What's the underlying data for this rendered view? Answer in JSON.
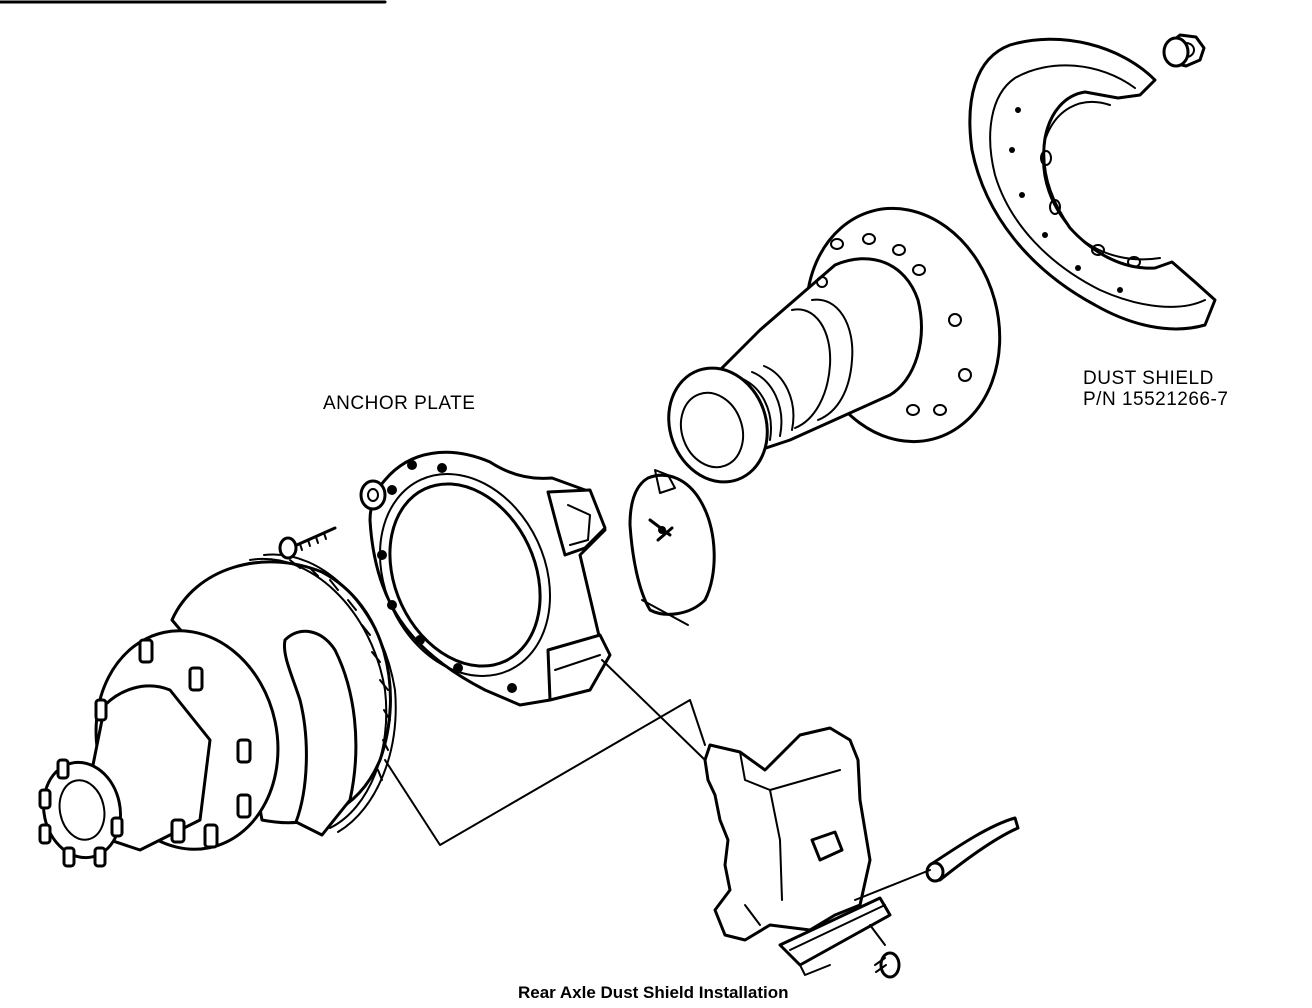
{
  "figure": {
    "caption": "Rear Axle Dust Shield Installation",
    "labels": {
      "anchor_plate": "ANCHOR PLATE",
      "dust_shield_line1": "DUST SHIELD",
      "dust_shield_line2": "P/N 15521266-7"
    }
  }
}
